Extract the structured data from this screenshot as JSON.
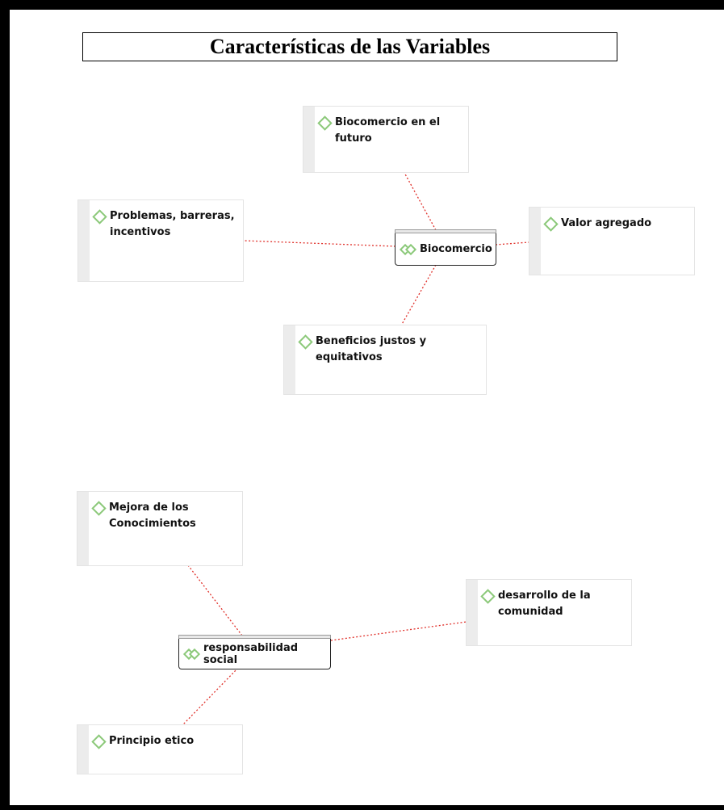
{
  "title": "Características de las Variables",
  "colors": {
    "link": "#e0302a",
    "node_icon": "#8cc97a",
    "frame": "#000000"
  },
  "groups": {
    "biocomercio": {
      "label": "Biocomercio",
      "icon": "double-diamond-icon"
    },
    "responsabilidad": {
      "label": "responsabilidad social",
      "icon": "double-diamond-icon"
    }
  },
  "nodes": {
    "futuro": {
      "label": "Biocomercio en el futuro",
      "icon": "diamond-icon"
    },
    "problemas": {
      "label": "Problemas, barreras, incentivos",
      "icon": "diamond-icon"
    },
    "valor": {
      "label": "Valor agregado",
      "icon": "diamond-icon"
    },
    "beneficios": {
      "label": "Beneficios justos y equitativos",
      "icon": "diamond-icon"
    },
    "mejora": {
      "label": "Mejora de los Conocimientos",
      "icon": "diamond-icon"
    },
    "desarrollo": {
      "label": "desarrollo de la comunidad",
      "icon": "diamond-icon"
    },
    "principio": {
      "label": "Principio etico",
      "icon": "diamond-icon"
    }
  },
  "links": [
    {
      "from": "biocomercio",
      "to": "futuro"
    },
    {
      "from": "biocomercio",
      "to": "problemas"
    },
    {
      "from": "biocomercio",
      "to": "valor"
    },
    {
      "from": "biocomercio",
      "to": "beneficios"
    },
    {
      "from": "responsabilidad",
      "to": "mejora"
    },
    {
      "from": "responsabilidad",
      "to": "desarrollo"
    },
    {
      "from": "responsabilidad",
      "to": "principio"
    }
  ]
}
